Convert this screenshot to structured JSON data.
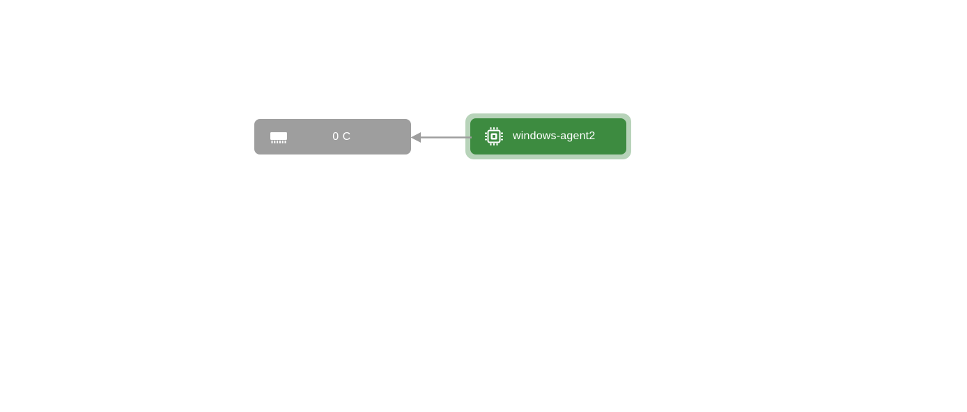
{
  "canvas": {
    "background": "#ffffff"
  },
  "diagram": {
    "type": "node-graph",
    "nodes": [
      {
        "id": "sensor-0c",
        "label": "0 C",
        "icon": "memory-chip-icon",
        "shape": "rounded-box",
        "color": "#9e9e9e",
        "text_color": "#ffffff",
        "selected": false
      },
      {
        "id": "windows-agent2",
        "label": "windows-agent2",
        "icon": "cpu-icon",
        "shape": "rounded-box",
        "color": "#3d8b40",
        "halo_color": "#b7d3b9",
        "text_color": "#ffffff",
        "selected": true
      }
    ],
    "edges": [
      {
        "from": "windows-agent2",
        "to": "sensor-0c",
        "color": "#9e9e9e",
        "arrow_direction": "left",
        "style": "solid"
      }
    ]
  }
}
